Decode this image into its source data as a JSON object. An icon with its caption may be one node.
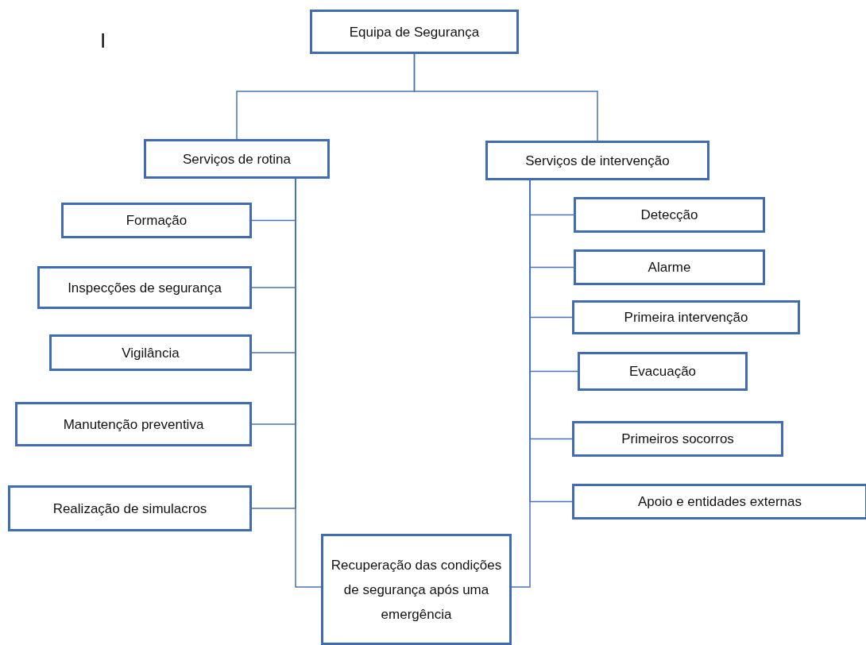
{
  "diagram": {
    "nodes": [
      {
        "text": [
          "Equipa de Segurança"
        ]
      },
      {
        "text": [
          "Serviços de rotina"
        ]
      },
      {
        "text": [
          "Serviços de intervenção"
        ]
      },
      {
        "text": [
          "Formação"
        ]
      },
      {
        "text": [
          "Inspecções de segurança"
        ]
      },
      {
        "text": [
          "Vigilância"
        ]
      },
      {
        "text": [
          "Manutenção preventiva"
        ]
      },
      {
        "text": [
          "Realização de simulacros"
        ]
      },
      {
        "text": [
          "Recuperação das condições de segurança após uma emergência"
        ]
      },
      {
        "text": [
          "Detecção"
        ]
      },
      {
        "text": [
          "Alarme"
        ]
      },
      {
        "text": [
          "Primeira intervenção"
        ]
      },
      {
        "text": [
          "Evacuação"
        ]
      },
      {
        "text": [
          "Primeiros socorros"
        ]
      },
      {
        "text": [
          "Apoio e entidades externas"
        ]
      }
    ],
    "edges": [
      {
        "from": 0,
        "to": 1,
        "arrow": "none"
      },
      {
        "from": 0,
        "to": 2,
        "arrow": "none"
      },
      {
        "from": 1,
        "to": 3,
        "arrow": "none"
      },
      {
        "from": 1,
        "to": 4,
        "arrow": "none"
      },
      {
        "from": 1,
        "to": 5,
        "arrow": "none"
      },
      {
        "from": 1,
        "to": 6,
        "arrow": "none"
      },
      {
        "from": 1,
        "to": 7,
        "arrow": "none"
      },
      {
        "from": 1,
        "to": 8,
        "arrow": "none"
      },
      {
        "from": 2,
        "to": 9,
        "arrow": "none"
      },
      {
        "from": 2,
        "to": 10,
        "arrow": "none"
      },
      {
        "from": 2,
        "to": 11,
        "arrow": "none"
      },
      {
        "from": 2,
        "to": 12,
        "arrow": "none"
      },
      {
        "from": 2,
        "to": 13,
        "arrow": "none"
      },
      {
        "from": 2,
        "to": 14,
        "arrow": "none"
      },
      {
        "from": 2,
        "to": 8,
        "arrow": "none"
      }
    ],
    "labels": [
      "I"
    ]
  }
}
